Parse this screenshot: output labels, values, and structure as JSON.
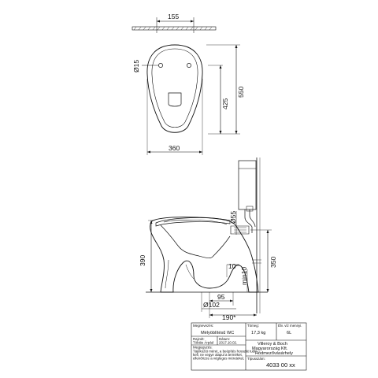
{
  "dimensions": {
    "top_width": "155",
    "hole_diameter": "Ø15",
    "depth_425": "425",
    "depth_550": "550",
    "bowl_width": "360",
    "outlet_diameter": "Ø55",
    "height_390": "390",
    "outlet_height": "350",
    "min_clearance": "min10",
    "wall_gap": "10",
    "offset_95": "95",
    "outlet_pipe": "Ø102",
    "distance_190": "190*"
  },
  "title_block": {
    "label_name": "Megnevezés:",
    "name": "Mélyöblítésű WC",
    "label_weight": "Tömeg:",
    "weight": "17,3 kg",
    "label_ref": "Élv. víz mennyi.",
    "ref": "6L",
    "label_drawn": "Rajzolt:",
    "drawn_by": "Tóbiás Árpád",
    "label_date": "Dátum:",
    "date": "2017.10.02.",
    "company_1": "Villeroy  & Boch",
    "company_2": "Magyarország Kft.",
    "company_3": "Hódmezővásárhely",
    "label_notes": "Megjegyzés:",
    "notes_1": "Tájékoztó méret, a beépítés hosszát tudni",
    "notes_2": "kell, ne vegye alapul a terméket,",
    "notes_3": "ellenőrizze a végleges méreteket.",
    "label_code": "Típusszám:",
    "code": "4033 00 xx"
  }
}
